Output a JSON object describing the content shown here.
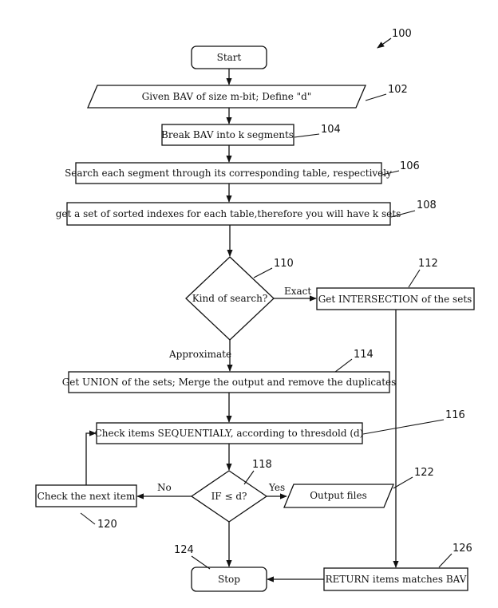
{
  "figure_number": "100",
  "nodes": {
    "start": {
      "ref": "",
      "label": "Start"
    },
    "given_bav": {
      "ref": "102",
      "label": "Given BAV of size m-bit; Define \"d\""
    },
    "break_bav": {
      "ref": "104",
      "label": "Break BAV into k segments"
    },
    "search_segment": {
      "ref": "106",
      "label": "Search each segment through its corresponding table, respectively"
    },
    "sorted_indexes": {
      "ref": "108",
      "label": "get a set of sorted indexes for each table,therefore you will have k sets"
    },
    "kind_of_search": {
      "ref": "110",
      "label": "Kind of search?"
    },
    "intersection": {
      "ref": "112",
      "label": "Get INTERSECTION of the sets"
    },
    "union": {
      "ref": "114",
      "label": "Get UNION of the sets; Merge the output and remove the duplicates"
    },
    "check_items": {
      "ref": "116",
      "label": "Check items SEQUENTIALY, according to thresdold (d)"
    },
    "if_leq_d": {
      "ref": "118",
      "label": "IF ≤ d?"
    },
    "check_next": {
      "ref": "120",
      "label": "Check the next item"
    },
    "output_files": {
      "ref": "122",
      "label": "Output files"
    },
    "stop": {
      "ref": "124",
      "label": "Stop"
    },
    "return_items": {
      "ref": "126",
      "label": "RETURN items matches BAV"
    }
  },
  "edge_labels": {
    "exact": "Exact",
    "approximate": "Approximate",
    "yes": "Yes",
    "no": "No"
  }
}
